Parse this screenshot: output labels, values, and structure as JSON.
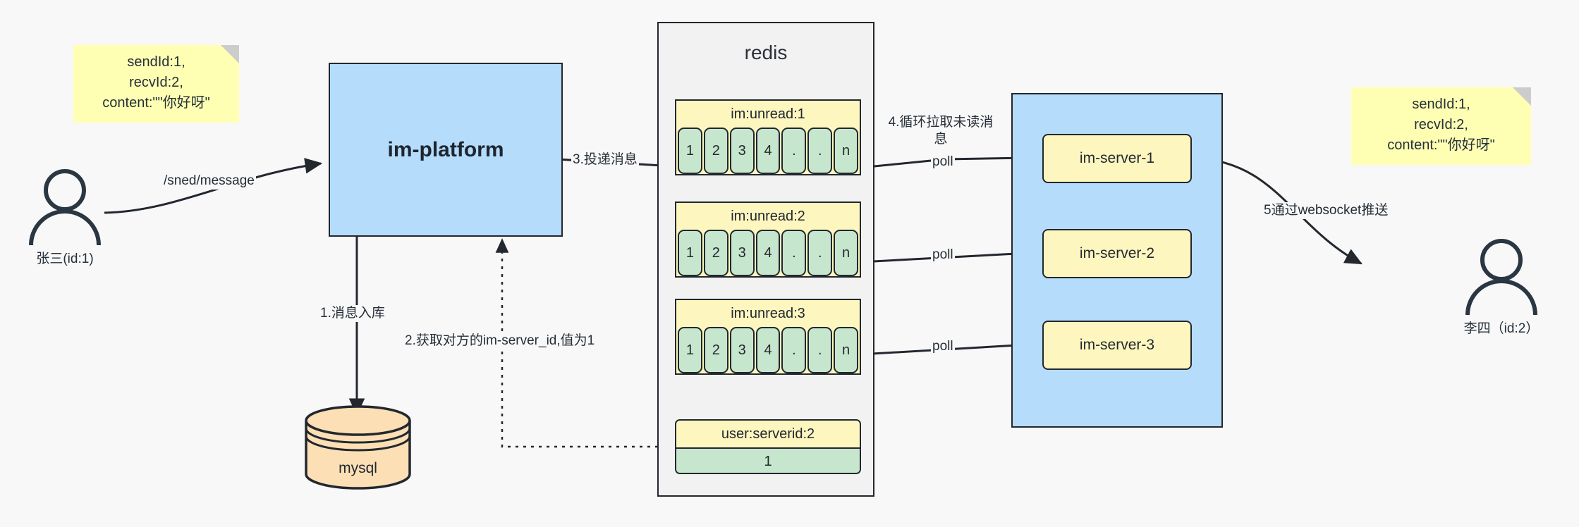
{
  "diagram": {
    "title": "IM message delivery architecture",
    "colors": {
      "background": "#f8f8f8",
      "note": "#ffffb3",
      "note_fold": "#cccccc",
      "blue_box": "#b5dcfa",
      "yellow_box": "#fdf6bf",
      "green_cell": "#c7e6ce",
      "mysql": "#fcdfb5",
      "stroke": "#23272e",
      "redis_panel": "#f2f2f2"
    }
  },
  "notes": {
    "left": "sendId:1,\nrecvId:2,\ncontent:\"\"你好呀\"",
    "right": "sendId:1,\nrecvId:2,\ncontent:\"\"你好呀\""
  },
  "actors": {
    "sender": {
      "caption": "张三(id:1)"
    },
    "receiver": {
      "caption": "李四（id:2）"
    }
  },
  "nodes": {
    "platform": {
      "label": "im-platform"
    },
    "mysql": {
      "label": "mysql"
    },
    "redis": {
      "title": "redis"
    },
    "im_servers": [
      {
        "label": "im-server-1"
      },
      {
        "label": "im-server-2"
      },
      {
        "label": "im-server-3"
      }
    ]
  },
  "redis_lists": [
    {
      "key": "im:unread:1",
      "cells": [
        "1",
        "2",
        "3",
        "4",
        ".",
        ".",
        "n"
      ]
    },
    {
      "key": "im:unread:2",
      "cells": [
        "1",
        "2",
        "3",
        "4",
        ".",
        ".",
        "n"
      ]
    },
    {
      "key": "im:unread:3",
      "cells": [
        "1",
        "2",
        "3",
        "4",
        ".",
        ".",
        "n"
      ]
    }
  ],
  "redis_kv": {
    "key": "user:serverid:2",
    "value": "1"
  },
  "edges": {
    "send_message": "/sned/message",
    "step1": "1.消息入库",
    "step2": "2.获取对方的im-server_id,值为1",
    "step3": "3.投递消息",
    "step4": "4.循环拉取未读消息",
    "step5": "5通过websocket推送",
    "poll1": "poll",
    "poll2": "poll",
    "poll3": "poll"
  }
}
